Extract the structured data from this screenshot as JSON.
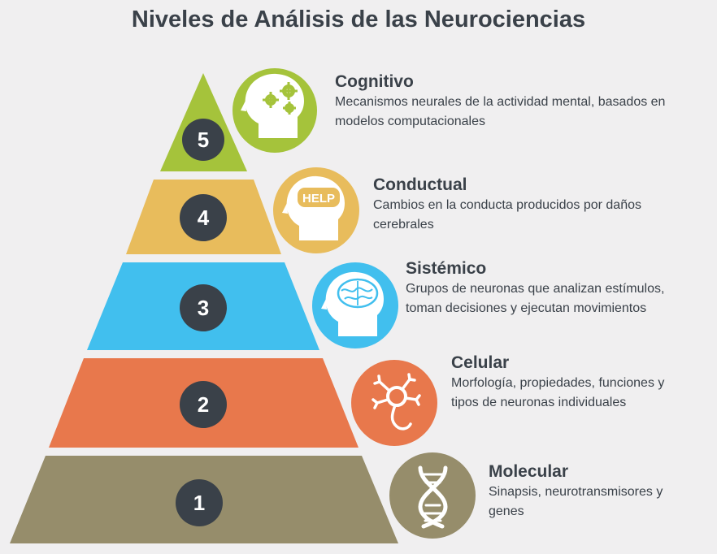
{
  "title": "Niveles de Análisis de las Neurociencias",
  "colors": {
    "background": "#f0eff0",
    "text": "#3a4149",
    "badge": "#3a4149",
    "cognitivo": "#a5c33b",
    "conductual": "#e8bc5c",
    "sistemico": "#41bfee",
    "celular": "#e8784c",
    "molecular": "#968d6b"
  },
  "levels": [
    {
      "number": "5",
      "name": "Cognitivo",
      "description_lines": [
        "Mecanismos neurales de la actividad mental, basados en",
        "modelos computacionales"
      ],
      "icon": "head-gears-icon"
    },
    {
      "number": "4",
      "name": "Conductual",
      "description_lines": [
        "Cambios en la conducta producidos por daños",
        "cerebrales"
      ],
      "icon": "head-help-icon",
      "icon_text": "HELP"
    },
    {
      "number": "3",
      "name": "Sistémico",
      "description_lines": [
        "Grupos de neuronas que analizan estímulos,",
        "toman decisiones y ejecutan movimientos"
      ],
      "icon": "head-brain-icon"
    },
    {
      "number": "2",
      "name": "Celular",
      "description_lines": [
        "Morfología, propiedades, funciones y",
        "tipos de neuronas individuales"
      ],
      "icon": "neuron-icon"
    },
    {
      "number": "1",
      "name": "Molecular",
      "description_lines": [
        "Sinapsis, neurotransmisores y",
        "genes"
      ],
      "icon": "dna-icon"
    }
  ]
}
